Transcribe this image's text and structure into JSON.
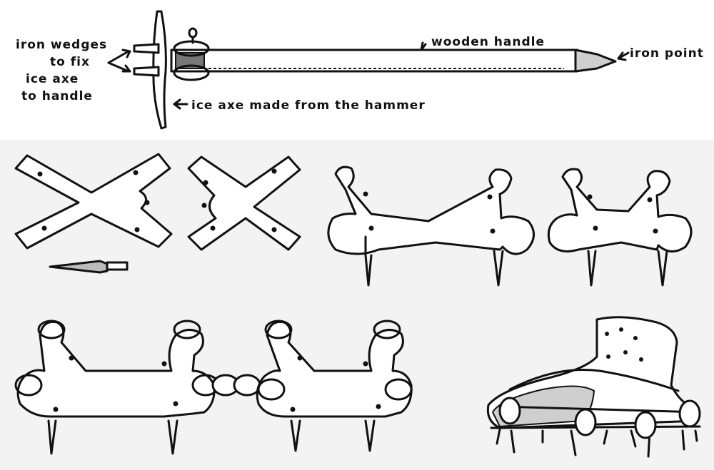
{
  "labels": {
    "iron_wedges": [
      "iron wedges",
      "to fix",
      "ice axe",
      "to handle"
    ],
    "wooden_handle": "wooden handle",
    "iron_point": "iron point",
    "ice_axe": "ice axe made from the hammer"
  },
  "colors": {
    "ink": "#111111",
    "paper": "#ffffff",
    "panel": "#f3f3f3",
    "shade": "#cfcfcf"
  }
}
